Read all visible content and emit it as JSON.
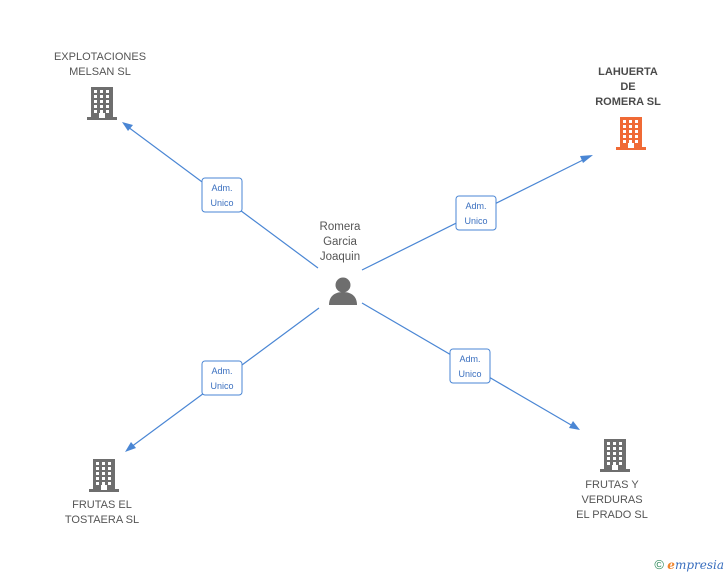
{
  "center": {
    "lines": [
      "Romera",
      "Garcia",
      "Joaquin"
    ]
  },
  "companies": [
    {
      "id": "explotaciones",
      "lines": [
        "EXPLOTACIONES",
        "MELSAN  SL"
      ],
      "color": "#6e6e6e",
      "highlight": false
    },
    {
      "id": "lahuerta",
      "lines": [
        "LAHUERTA",
        "DE",
        "ROMERA  SL"
      ],
      "color": "#f06a35",
      "highlight": true
    },
    {
      "id": "tostaera",
      "lines": [
        "FRUTAS EL",
        "TOSTAERA SL"
      ],
      "color": "#6e6e6e",
      "highlight": false
    },
    {
      "id": "prado",
      "lines": [
        "FRUTAS Y",
        "VERDURAS",
        "EL PRADO SL"
      ],
      "color": "#6e6e6e",
      "highlight": false
    }
  ],
  "relations": [
    {
      "to": "explotaciones",
      "label_lines": [
        "Adm.",
        "Unico"
      ]
    },
    {
      "to": "lahuerta",
      "label_lines": [
        "Adm.",
        "Unico"
      ]
    },
    {
      "to": "tostaera",
      "label_lines": [
        "Adm.",
        "Unico"
      ]
    },
    {
      "to": "prado",
      "label_lines": [
        "Adm.",
        "Unico"
      ]
    }
  ],
  "footer": {
    "copyright": "©",
    "brand_initial": "e",
    "brand_rest": "mpresia"
  }
}
